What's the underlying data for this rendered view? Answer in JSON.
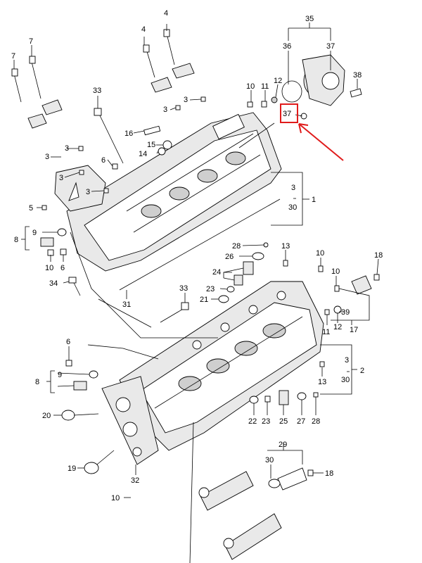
{
  "labels": {
    "l4a": "4",
    "l4b": "4",
    "l7a": "7",
    "l7b": "7",
    "l33a": "33",
    "l35": "35",
    "l36": "36",
    "l37a": "37",
    "l37b": "37",
    "l38": "38",
    "l10a": "10",
    "l11a": "11",
    "l12a": "12",
    "l3a": "3",
    "l3b": "3",
    "l3c": "3",
    "l3d": "3",
    "l3e": "3",
    "l3f": "3",
    "l16": "16",
    "l15": "15",
    "l14": "14",
    "l6a": "6",
    "l5": "5",
    "l3r1": "3",
    "l30r1": "30",
    "l1": "1",
    "l9a": "9",
    "l8a": "8",
    "l10b": "10",
    "l6b": "6",
    "l34": "34",
    "l28a": "28",
    "l26": "26",
    "l24": "24",
    "l23a": "23",
    "l21": "21",
    "l31": "31",
    "l13a": "13",
    "l10c": "10",
    "l10d": "10",
    "l18a": "18",
    "l33b": "33",
    "l39": "39",
    "l11b": "11",
    "l12b": "12",
    "l17": "17",
    "l6c": "6",
    "l3r2": "3",
    "l30r2": "30",
    "l2": "2",
    "l9b": "9",
    "l8b": "8",
    "l13b": "13",
    "l20": "20",
    "l22": "22",
    "l23b": "23",
    "l25": "25",
    "l27": "27",
    "l28b": "28",
    "l29": "29",
    "l30c": "30",
    "l18b": "18",
    "l19": "19",
    "l32": "32",
    "l10e": "10"
  },
  "highlight": {
    "part_number": "37",
    "color": "#e01b1b"
  }
}
